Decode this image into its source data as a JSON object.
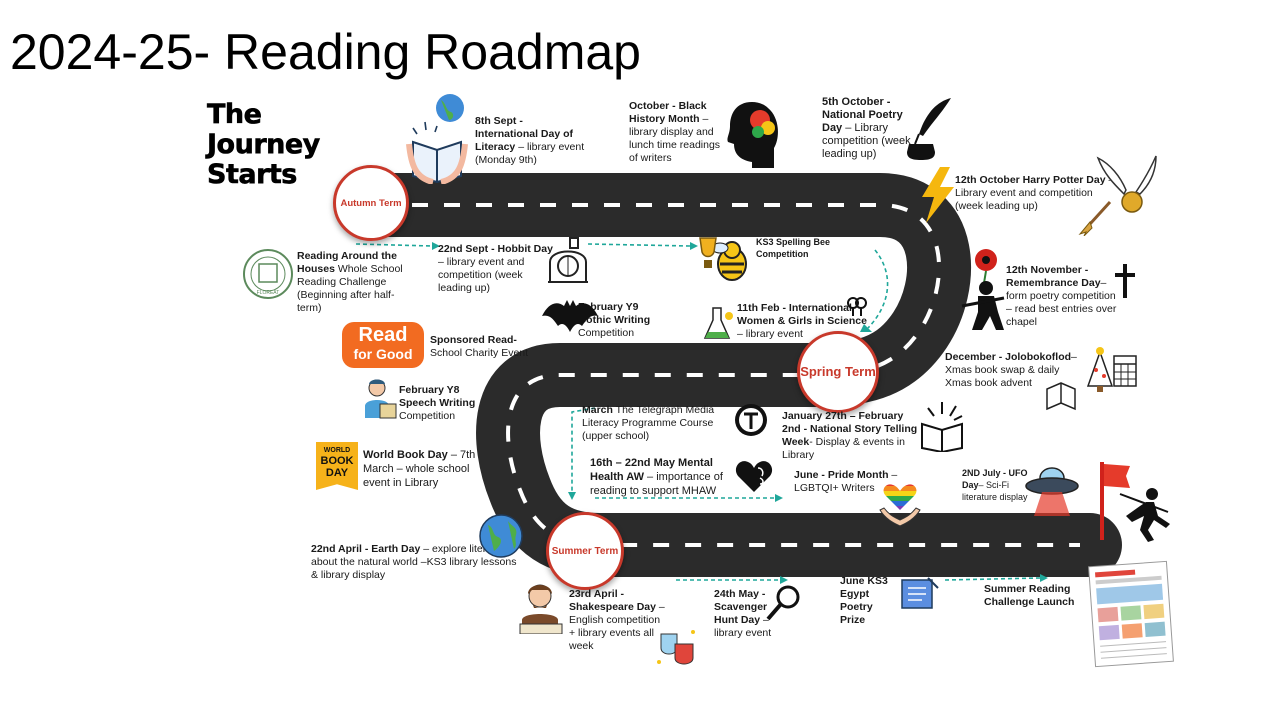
{
  "title": "2024-25- Reading Roadmap",
  "journey": {
    "line1": "The",
    "line2": "Journey",
    "line3": "Starts"
  },
  "terms": {
    "autumn": "Autumn Term",
    "spring": "Spring Term",
    "summer": "Summer Term"
  },
  "events": {
    "literacy": {
      "heading": "8th Sept - International Day of Literacy",
      "body": " – library event (Monday 9th)"
    },
    "black_history": {
      "heading": "October - Black History Month",
      "body": " – library display and lunch time readings of writers"
    },
    "poetry_day": {
      "heading": "5th October - National Poetry Day",
      "body": " – Library competition (week leading up)"
    },
    "harry_potter": {
      "heading": "12th October Harry Potter Day",
      "body": " – Library event and competition (week leading up)"
    },
    "reading_houses": {
      "heading": "Reading Around the Houses",
      "body": " Whole School Reading Challenge (Beginning after half-term)"
    },
    "hobbit": {
      "heading": "22nd Sept - Hobbit Day",
      "body": " – library event and competition (week leading up)"
    },
    "spelling_bee": {
      "heading": "KS3 Spelling Bee Competition",
      "body": ""
    },
    "remembrance": {
      "heading": "12th November - Remembrance Day",
      "body": "– form poetry competition – read best entries over chapel"
    },
    "gothic": {
      "heading": "February Y9 Gothic Writing",
      "body": " Competition"
    },
    "women_science": {
      "heading": "11th Feb - International Women & Girls in Science",
      "body": " – library event"
    },
    "sponsored_read": {
      "heading": "Sponsored Read-",
      "body": " School Charity Event"
    },
    "jolabokaflod": {
      "heading": "December - Jolobokoflod",
      "body": "– Xmas book swap & daily Xmas book advent"
    },
    "speech": {
      "heading": "February Y8 Speech Writing",
      "body": " Competition"
    },
    "telegraph": {
      "heading": "March",
      "body": " The Telegraph Media Literacy Programme Course (upper school)"
    },
    "storytelling": {
      "heading": "January 27th – February 2nd - National Story Telling Week",
      "body": "- Display & events in Library"
    },
    "world_book": {
      "heading": "World Book Day",
      "body": " – 7th March – whole school event in Library"
    },
    "mental_health": {
      "heading": "16th – 22nd May Mental Health AW",
      "body": " – importance of reading to support MHAW"
    },
    "pride": {
      "heading": "June - Pride Month",
      "body": " – LGBTQI+ Writers"
    },
    "ufo": {
      "heading": "2ND July - UFO Day",
      "body": "– Sci-Fi literature display"
    },
    "earth_day": {
      "heading": "22nd April - Earth Day",
      "body": " – explore literature about the natural world –KS3 library lessons & library display"
    },
    "shakespeare": {
      "heading": "23rd April - Shakespeare Day",
      "body": " – English competition + library events all week"
    },
    "scavenger": {
      "heading": "24th May - Scavenger Hunt Day",
      "body": " – library event"
    },
    "egypt": {
      "heading": "June KS3 Egypt Poetry Prize",
      "body": ""
    },
    "summer_reading": {
      "heading": "Summer Reading Challenge Launch",
      "body": ""
    }
  },
  "badges": {
    "read_for_good": {
      "line1": "Read",
      "line2": "for Good"
    },
    "world_book_day": {
      "line1": "WORLD",
      "line2": "BOOK",
      "line3": "DAY"
    },
    "houses_logo": "FLOREAT"
  },
  "colors": {
    "road": "#2b2b2b",
    "accent": "#c8392b",
    "arrow": "#1fa79a",
    "read_for_good": "#f26b21",
    "world_book_day": "#f6b21a"
  }
}
